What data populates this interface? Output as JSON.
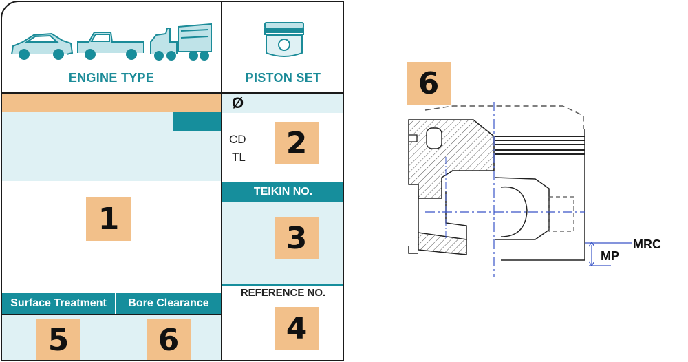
{
  "left_card": {
    "engine_type_label": "ENGINE TYPE",
    "piston_set_label": "PISTON SET",
    "diameter_symbol": "Ø",
    "cd_label": "CD",
    "tl_label": "TL",
    "teikin_no_label": "TEIKIN NO.",
    "reference_no_label": "REFERENCE NO.",
    "surface_treatment_label": "Surface Treatment",
    "bore_clearance_label": "Bore Clearance",
    "markers": {
      "m1": "1",
      "m2": "2",
      "m3": "3",
      "m4": "4",
      "m5": "5",
      "m6": "6"
    }
  },
  "diagram": {
    "marker": "6",
    "mrc_label": "MRC",
    "mp_label": "MP"
  },
  "colors": {
    "teal": "#168e9c",
    "light_blue": "#dff1f4",
    "orange": "#f2c08a"
  },
  "icons": [
    "car-icon",
    "pickup-truck-icon",
    "semi-truck-icon",
    "piston-icon"
  ]
}
